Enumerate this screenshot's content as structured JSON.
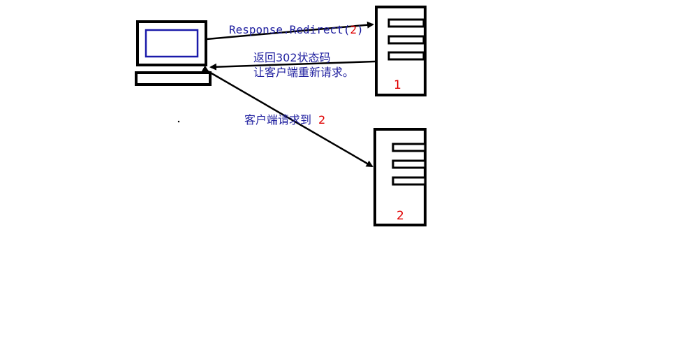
{
  "labels": {
    "redirect_call": "Response.Redirect(",
    "redirect_arg": "2",
    "redirect_close": ")",
    "status_line1": "返回302状态码",
    "status_line2": "让客户端重新请求。",
    "client_request_text": "客户端请求到",
    "client_request_target": "2"
  },
  "servers": [
    {
      "label": "1"
    },
    {
      "label": "2"
    }
  ],
  "colors": {
    "line": "#000000",
    "label_text": "#1f1f9f",
    "server_number": "#e00000",
    "screen": "#1a1aaa"
  }
}
